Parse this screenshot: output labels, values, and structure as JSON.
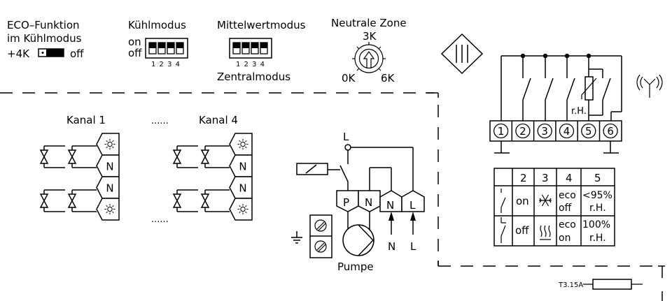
{
  "eco_function": {
    "title_line1": "ECO–Funktion",
    "title_line2": "im  Kühlmodus",
    "left_label": "+4K",
    "right_label": "off"
  },
  "cooling_mode": {
    "title": "Kühlmodus",
    "on_label": "on",
    "off_label": "off",
    "switch_numbers": "1 2 3 4"
  },
  "mean_mode": {
    "title": "Mittelwertmodus",
    "switch_numbers": "1 2 3 4",
    "bottom_label": "Zentralmodus"
  },
  "neutral_zone": {
    "title": "Neutrale  Zone",
    "top_label": "3K",
    "left_label": "0K",
    "right_label": "6K"
  },
  "channels": {
    "first_label": "Kanal  1",
    "last_label": "Kanal  4",
    "ellipsis_top": "......",
    "ellipsis_bottom": "......",
    "terminal_n": "N",
    "sun_glyph": "☀"
  },
  "pump_block": {
    "phase_label_top": "L",
    "terminal_p": "P",
    "terminal_n1": "N",
    "terminal_n2": "N",
    "terminal_l": "L",
    "arrow_n_label": "N",
    "arrow_l_label": "L",
    "pump_label": "Pumpe"
  },
  "relay_block": {
    "rh_label": "r.H.",
    "terminals": [
      "1",
      "2",
      "3",
      "4",
      "5",
      "6"
    ]
  },
  "function_table": {
    "headers": [
      "",
      "2",
      "3",
      "4",
      "5"
    ],
    "rows": [
      {
        "col2": "on",
        "col3_icon": "snowflake-icon",
        "col4_line1": "eco",
        "col4_line2": "off",
        "col5_line1": "<95%",
        "col5_line2": "r.H."
      },
      {
        "col2": "off",
        "col3_icon": "heating-icon",
        "col4_line1": "eco",
        "col4_line2": "on",
        "col5_line1": "100%",
        "col5_line2": "r.H."
      }
    ]
  },
  "fuse": {
    "label": "T3.15A"
  }
}
